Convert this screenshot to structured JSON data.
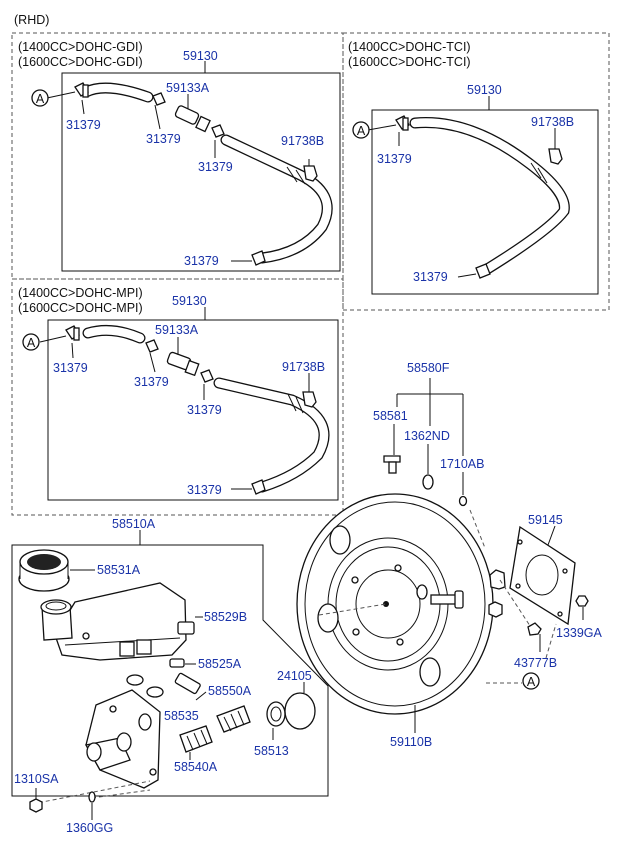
{
  "region_label": "(RHD)",
  "variants": {
    "gdi": [
      "(1400CC>DOHC-GDI)",
      "(1600CC>DOHC-GDI)"
    ],
    "tci": [
      "(1400CC>DOHC-TCI)",
      "(1600CC>DOHC-TCI)"
    ],
    "mpi": [
      "(1400CC>DOHC-MPI)",
      "(1600CC>DOHC-MPI)"
    ]
  },
  "ref_marker": "A",
  "parts": {
    "hose": "59130",
    "hose_fitting": "59133A",
    "clamp": "31379",
    "clip": "91738B",
    "booster_seal_kit": "58580F",
    "bolt_58581": "58581",
    "nut_1362nd": "1362ND",
    "oring_1710ab": "1710AB",
    "gasket": "59145",
    "nut_1339ga": "1339GA",
    "pin_43777b": "43777B",
    "booster": "59110B",
    "oring_24105": "24105",
    "master_cylinder": "58510A",
    "reservoir_cap": "58531A",
    "reservoir": "58529B",
    "pin_58525a": "58525A",
    "seal_58535": "58535",
    "pin_58550a": "58550A",
    "seal_58513": "58513",
    "piston_58540a": "58540A",
    "nut_1310sa": "1310SA",
    "washer_1360gg": "1360GG"
  }
}
